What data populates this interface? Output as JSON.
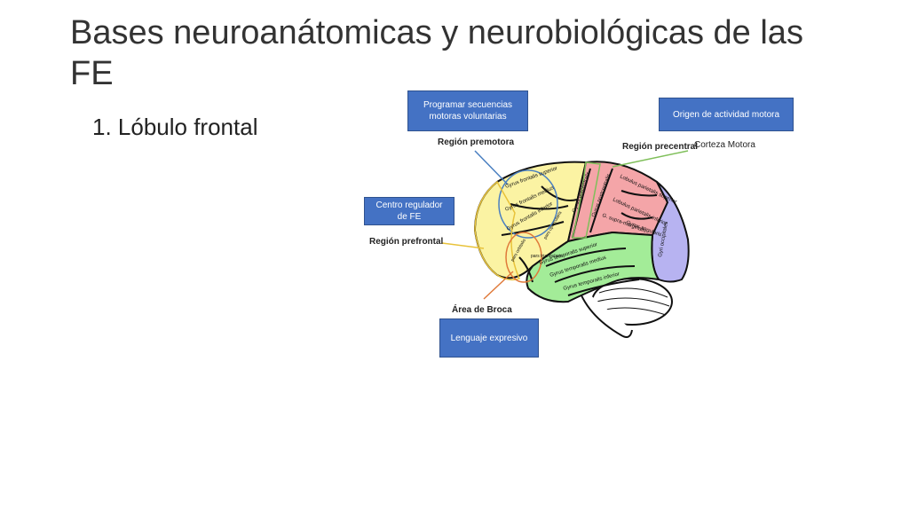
{
  "slide": {
    "title": "Bases neuroanátomicas y neurobiológicas de las FE",
    "bullet": "1. Lóbulo frontal"
  },
  "callouts": {
    "programar": "Programar secuencias motoras voluntarias",
    "origen": "Origen de actividad motora",
    "centro": "Centro regulador de FE",
    "lenguaje": "Lenguaje expresivo"
  },
  "labels": {
    "premotora": "Región premotora",
    "precentral": "Región precentral",
    "corteza": "Corteza Motora",
    "prefrontal": "Región prefrontal",
    "broca": "Área de Broca"
  },
  "brain_labels": {
    "frontalis_superior": "Gyrus frontalis superior",
    "frontalis_medius": "Gyrus frontalis medius",
    "frontalis_inferior": "Gyrus frontalis inferior",
    "precentralis": "Gyrus precentralis",
    "postcentralis": "Gyrus postcentralis",
    "parietalis_superior": "Lobulus parietalis superior",
    "parietalis_inferior": "Lobulus parietalis inferior",
    "supramarginalis": "G. supra-marginalis",
    "angularis": "Gyrus angularis",
    "occipitales": "Gyri occipitales",
    "temporalis_superior": "Gyrus temporalis superior",
    "temporalis_medius": "Gyrus temporalis medius",
    "temporalis_inferior": "Gyrus temporalis inferior",
    "pars_orbitalis": "pars orbitalis",
    "pars_triangularis": "pars triangularis",
    "pars_opercularis": "pars opercularis"
  },
  "colors": {
    "callout_fill": "#4472c4",
    "frontal": "#fbf3a3",
    "parietal": "#f4a5a8",
    "occipital": "#b7b3f1",
    "temporal": "#a3ec98",
    "premotor_ring": "#4a7fc1",
    "prefrontal_line": "#e8c23a",
    "broca_line": "#e07a3a",
    "precentral_line": "#7fbf5a"
  }
}
